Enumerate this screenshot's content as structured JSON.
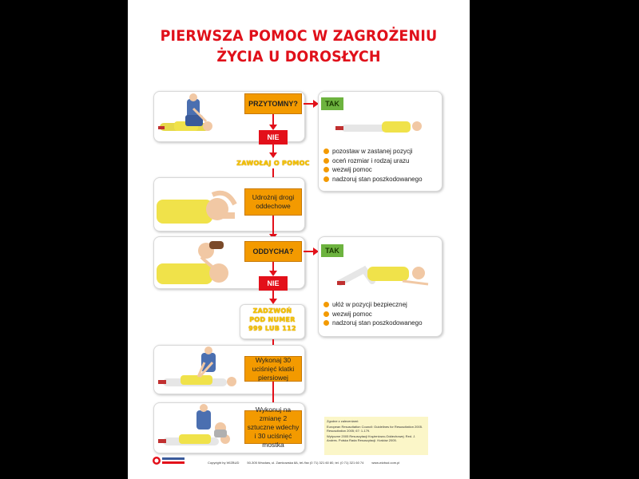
{
  "title": {
    "line1": "PIERWSZA POMOC W ZAGROŻENIU",
    "line2": "ŻYCIA U DOROSŁYCH"
  },
  "steps": {
    "conscious_q": "PRZYTOMNY?",
    "no1": "NIE",
    "yes1": "TAK",
    "call_help": "ZAWOŁAJ O POMOC",
    "airway": "Udrożnij drogi oddechowe",
    "breathing_q": "ODDYCHA?",
    "no2": "NIE",
    "yes2": "TAK",
    "call_number": "ZADZWOŃ POD NUMER 999 LUB 112",
    "compressions": "Wykonaj 30 uciśnięć klatki piersiowej",
    "alternate": "Wykonuj na zmianę 2 sztuczne wdechy i 30 uciśnięć mostka"
  },
  "yes1_list": [
    "pozostaw w zastanej pozycji",
    "oceń rozmiar i rodzaj urazu",
    "wezwij pomoc",
    "nadzoruj stan poszkodowanego"
  ],
  "yes2_list": [
    "ułóż w pozycji bezpiecznej",
    "wezwij pomoc",
    "nadzoruj stan poszkodowanego"
  ],
  "notes": {
    "heading": "Zgodne z zaleceniami:",
    "ref1": "European Resuscitation Council: Guidelines for Resuscitation 2005. Resuscitation 2005; 67: 1-179.",
    "ref2": "Wytyczne 2005 Resuscytacji Krążeniowo-Oddechowej. Red. J. Andres. Polska Rada Resuscytacji. Kraków 2005."
  },
  "footer": {
    "copyright": "Copyright by WIZBUD",
    "address": "50-305 Wrocław, ul. Zamkowska 8A, tel./fax (0 71) 321 60 80, tel. (0 71) 321 60 74",
    "website": "www.wizbud.com.pl"
  },
  "colors": {
    "red": "#e3101a",
    "orange": "#f39a00",
    "green": "#6db33f",
    "yellow": "#f5c400"
  }
}
